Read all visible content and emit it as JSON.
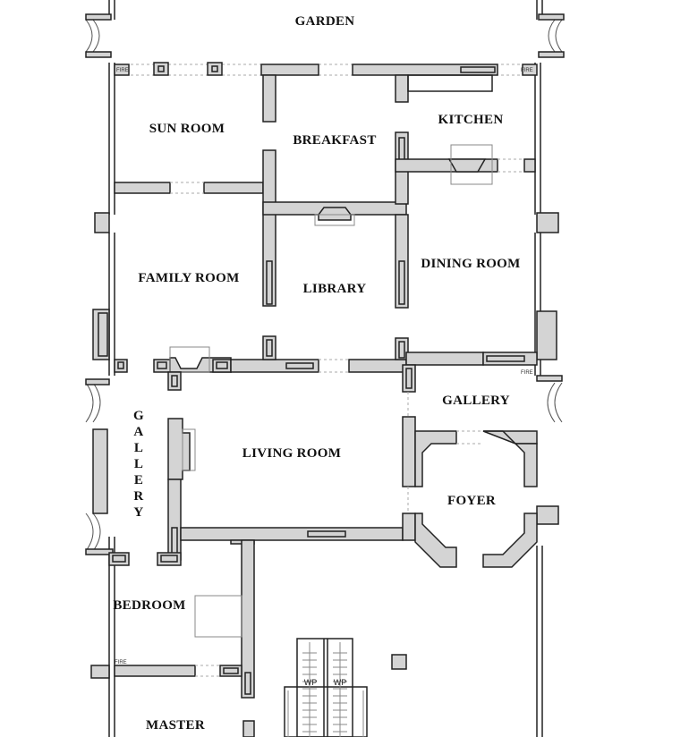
{
  "plan": {
    "rooms": {
      "garden": "GARDEN",
      "sun_room": "SUN ROOM",
      "breakfast": "BREAKFAST",
      "kitchen": "KITCHEN",
      "family_room": "FAMILY ROOM",
      "library": "LIBRARY",
      "dining_room": "DINING ROOM",
      "gallery_east": "GALLERY",
      "living_room": "LIVING ROOM",
      "foyer": "FOYER",
      "bedroom": "BEDROOM",
      "master": "MASTER"
    },
    "gallery_west_letters": [
      "G",
      "A",
      "L",
      "L",
      "E",
      "R",
      "Y"
    ],
    "marks": {
      "fire_left": "FIRE",
      "fire_right": "FIRE",
      "fire_gallery": "FIRE",
      "fire_bedroom": "FIRE",
      "wp_left": "WP",
      "wp_right": "WP"
    }
  }
}
